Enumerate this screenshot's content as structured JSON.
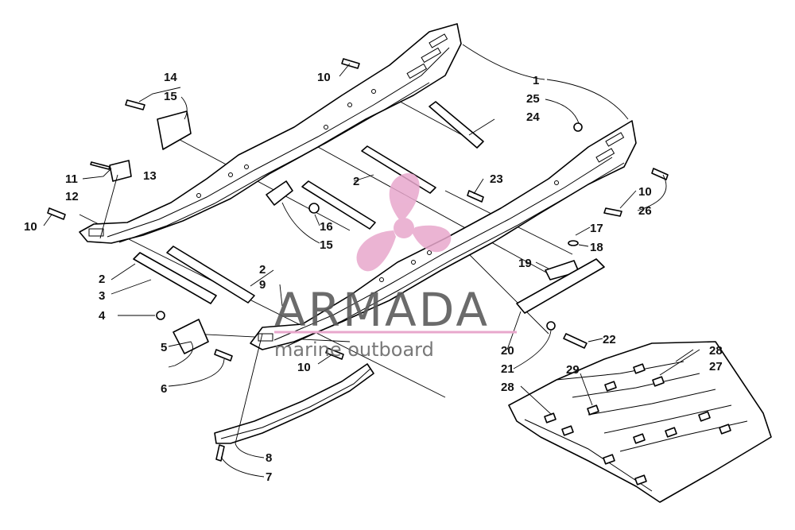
{
  "callouts": [
    {
      "id": "c1",
      "text": "1"
    },
    {
      "id": "c2a",
      "text": "2"
    },
    {
      "id": "c2b",
      "text": "2"
    },
    {
      "id": "c2c",
      "text": "2"
    },
    {
      "id": "c3",
      "text": "3"
    },
    {
      "id": "c4",
      "text": "4"
    },
    {
      "id": "c5",
      "text": "5"
    },
    {
      "id": "c6",
      "text": "6"
    },
    {
      "id": "c7",
      "text": "7"
    },
    {
      "id": "c8",
      "text": "8"
    },
    {
      "id": "c9",
      "text": "9"
    },
    {
      "id": "c10a",
      "text": "10"
    },
    {
      "id": "c10b",
      "text": "10"
    },
    {
      "id": "c10c",
      "text": "10"
    },
    {
      "id": "c10d",
      "text": "10"
    },
    {
      "id": "c11",
      "text": "11"
    },
    {
      "id": "c12",
      "text": "12"
    },
    {
      "id": "c13",
      "text": "13"
    },
    {
      "id": "c14",
      "text": "14"
    },
    {
      "id": "c15a",
      "text": "15"
    },
    {
      "id": "c15b",
      "text": "15"
    },
    {
      "id": "c16",
      "text": "16"
    },
    {
      "id": "c17",
      "text": "17"
    },
    {
      "id": "c18",
      "text": "18"
    },
    {
      "id": "c19",
      "text": "19"
    },
    {
      "id": "c20",
      "text": "20"
    },
    {
      "id": "c21",
      "text": "21"
    },
    {
      "id": "c22",
      "text": "22"
    },
    {
      "id": "c23",
      "text": "23"
    },
    {
      "id": "c24",
      "text": "24"
    },
    {
      "id": "c25",
      "text": "25"
    },
    {
      "id": "c26",
      "text": "26"
    },
    {
      "id": "c27",
      "text": "27"
    },
    {
      "id": "c28a",
      "text": "28"
    },
    {
      "id": "c28b",
      "text": "28"
    },
    {
      "id": "c29",
      "text": "29"
    }
  ],
  "watermark": {
    "name": "ARMADA",
    "tagline": "marine outboard",
    "accent_color": "#e8a7cc",
    "text_color": "#5b5b5b"
  }
}
